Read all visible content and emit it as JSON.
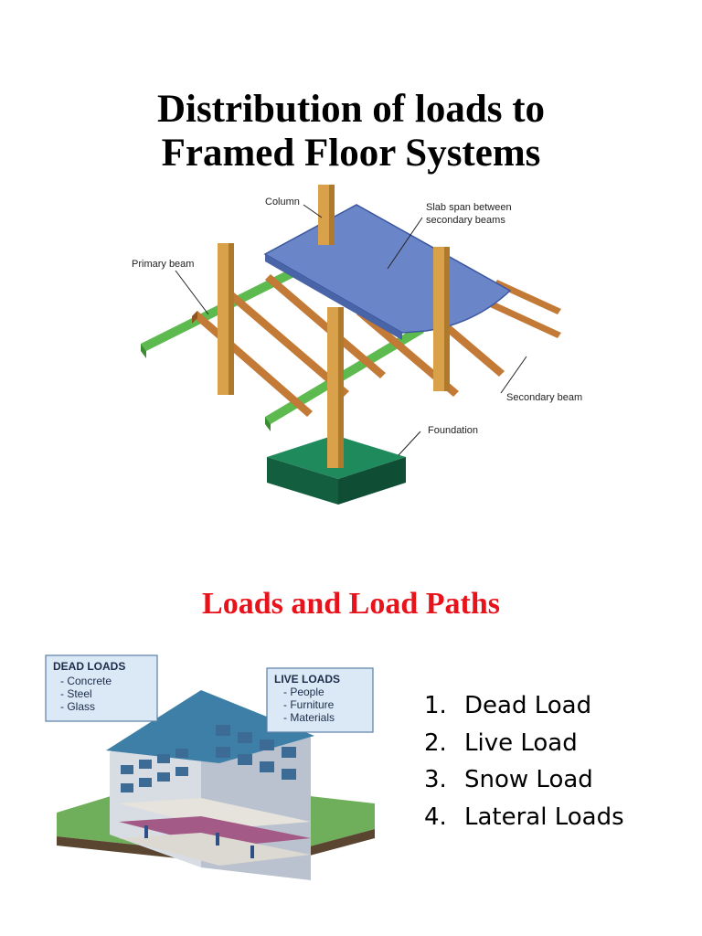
{
  "page": {
    "title_line1": "Distribution of loads to",
    "title_line2": "Framed Floor Systems",
    "subtitle": "Loads and Load Paths"
  },
  "floor_diagram": {
    "labels": {
      "column": "Column",
      "slab_line1": "Slab span between",
      "slab_line2": "secondary beams",
      "primary_beam": "Primary beam",
      "secondary_beam": "Secondary beam",
      "foundation": "Foundation"
    }
  },
  "building_diagram": {
    "dead_loads": {
      "heading": "DEAD LOADS",
      "items": [
        "- Concrete",
        "- Steel",
        "- Glass"
      ]
    },
    "live_loads": {
      "heading": "LIVE LOADS",
      "items": [
        "- People",
        "- Furniture",
        "- Materials"
      ]
    }
  },
  "load_types": [
    {
      "number": "1.",
      "label": "Dead Load"
    },
    {
      "number": "2.",
      "label": "Live Load"
    },
    {
      "number": "3.",
      "label": "Snow Load"
    },
    {
      "number": "4.",
      "label": "Lateral Loads"
    }
  ],
  "colors": {
    "slab": "#6b86c8",
    "primary_beam": "#57b34a",
    "secondary_beam": "#c27a36",
    "column": "#d9a24a",
    "foundation": "#176b47",
    "subtitle": "#e8121b"
  }
}
